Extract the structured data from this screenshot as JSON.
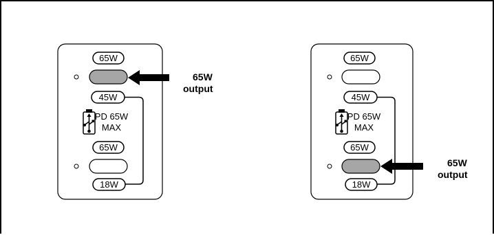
{
  "colors": {
    "port_active": "#a6a6a6",
    "port_inactive": "#ffffff",
    "outline": "#000000"
  },
  "panel_left": {
    "top_port_label": "65W",
    "middle_left_label": "45W",
    "pd_line1": "PD 65W",
    "pd_line2": "MAX",
    "lower_port_label": "65W",
    "bottom_left_label": "18W",
    "active_port": "upper",
    "callout_line1": "65W",
    "callout_line2": "output",
    "icon": "usb-charger-icon"
  },
  "panel_right": {
    "top_port_label": "65W",
    "middle_left_label": "45W",
    "pd_line1": "PD 65W",
    "pd_line2": "MAX",
    "lower_port_label": "65W",
    "bottom_left_label": "18W",
    "active_port": "lower",
    "callout_line1": "65W",
    "callout_line2": "output",
    "icon": "usb-charger-icon"
  }
}
